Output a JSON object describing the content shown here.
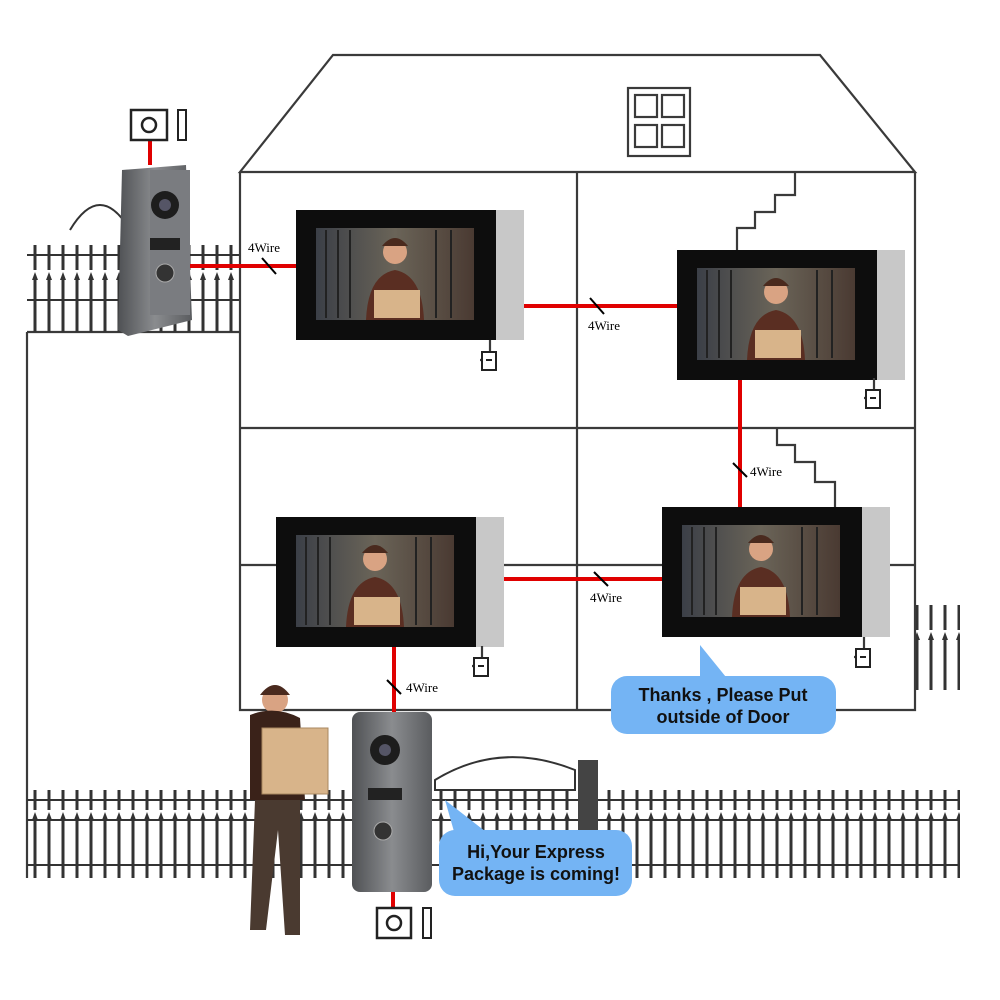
{
  "wire_labels": [
    "4Wire",
    "4Wire",
    "4Wire",
    "4Wire",
    "4Wire"
  ],
  "bubbles": {
    "monitor_reply": {
      "line1": "Thanks , Please Put",
      "line2": "outside of Door"
    },
    "door_station": {
      "line1": "Hi,Your Express",
      "line2": "Package is coming!"
    }
  },
  "colors": {
    "wire": "#e00000",
    "bubble": "#74b4f4",
    "outline": "#3a3a3a",
    "monitor_frame": "#0d0d0d",
    "monitor_side": "#c8c8c8",
    "door_station": "#6d6f72"
  }
}
